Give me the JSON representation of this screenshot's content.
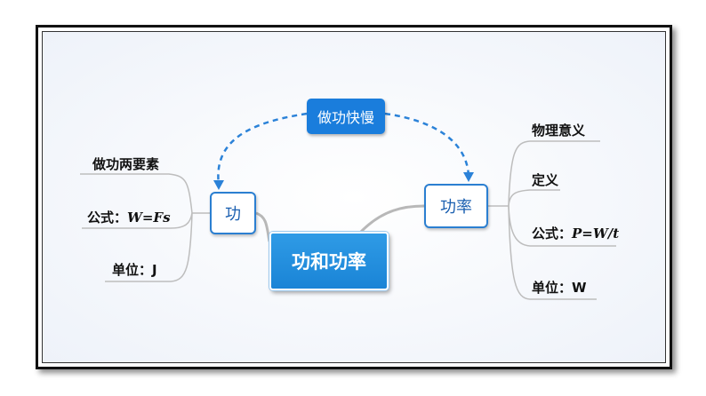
{
  "center": {
    "label": "功和功率"
  },
  "left": {
    "label": "功",
    "items": [
      {
        "label": "做功两要素"
      },
      {
        "label": "公式：",
        "formula": "W=Fs"
      },
      {
        "label": "单位：J"
      }
    ]
  },
  "right": {
    "label": "功率",
    "items": [
      {
        "label": "物理意义"
      },
      {
        "label": "定义"
      },
      {
        "label": "公式：",
        "formula": "P=W/t"
      },
      {
        "label": "单位：W"
      }
    ]
  },
  "relation": {
    "label": "做功快慢"
  },
  "colors": {
    "accent": "#1a84d6",
    "line": "#b8b8b8",
    "dashed": "#2b82d8"
  }
}
